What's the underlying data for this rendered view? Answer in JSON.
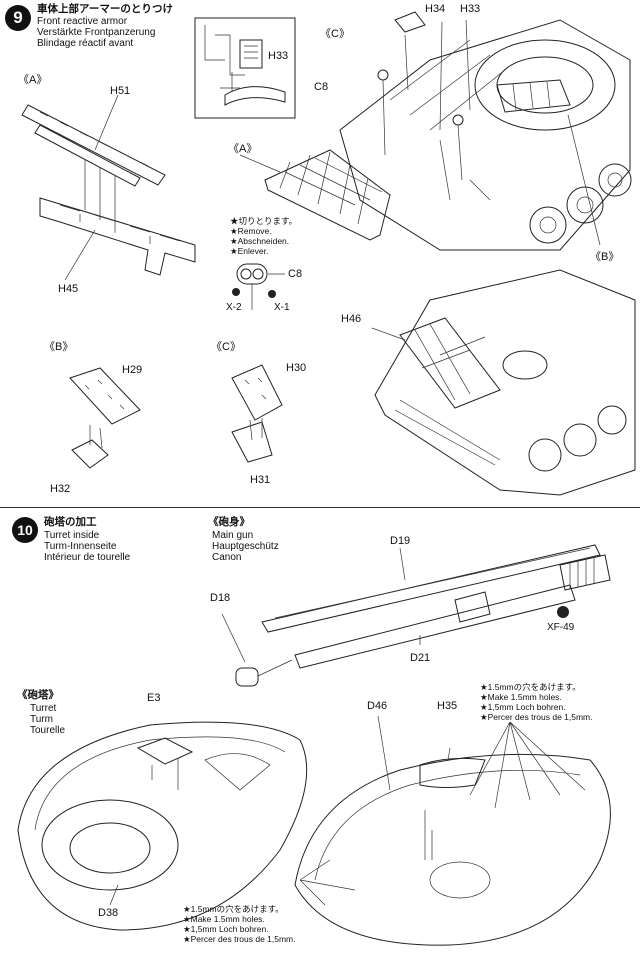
{
  "step9": {
    "number": "9",
    "title_jp": "車体上部アーマーのとりつけ",
    "title_de_en": "Front reactive armor",
    "title_de": "Verstärkte Frontpanzerung",
    "title_fr": "Blindage réactif avant",
    "labels": {
      "A1": "《A》",
      "A2": "《A》",
      "B1": "《B》",
      "C1": "《C》",
      "C2": "《C》",
      "B2": "《B》",
      "H51": "H51",
      "H45": "H45",
      "H33": "H33",
      "H34": "H34",
      "H33b": "H33",
      "C8": "C8",
      "C8b": "C8",
      "H29": "H29",
      "H32": "H32",
      "H30": "H30",
      "H31": "H31",
      "H46": "H46",
      "X2": "X-2",
      "X1": "X-1"
    },
    "remove_note": [
      "★切りとります。",
      "★Remove.",
      "★Abschneiden.",
      "★Enlever."
    ]
  },
  "step10": {
    "number": "10",
    "title_jp": "砲塔の加工",
    "title_en": "Turret inside",
    "title_de": "Turm-Innenseite",
    "title_fr": "Intérieur de tourelle",
    "gun_jp": "《砲身》",
    "gun_en": "Main gun",
    "gun_de": "Hauptgeschütz",
    "gun_fr": "Canon",
    "turret_jp": "《砲塔》",
    "turret_en": "Turret",
    "turret_de": "Turm",
    "turret_fr": "Tourelle",
    "labels": {
      "D19": "D19",
      "D18": "D18",
      "D21": "D21",
      "XF49": "XF-49",
      "E3": "E3",
      "D38": "D38",
      "D46": "D46",
      "H35": "H35"
    },
    "holes_note_top": [
      "★1.5mmの穴をあけます。",
      "★Make 1.5mm holes.",
      "★1,5mm Loch bohren.",
      "★Percer des trous de 1,5mm."
    ],
    "holes_note_bottom": [
      "★1.5mmの穴をあけます。",
      "★Make 1.5mm holes.",
      "★1,5mm Loch bohren.",
      "★Percer des trous de 1,5mm."
    ]
  }
}
